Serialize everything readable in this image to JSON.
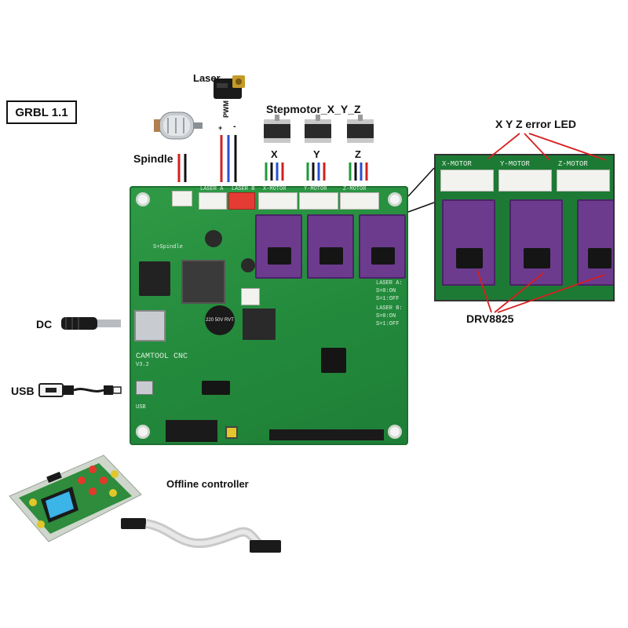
{
  "version_label": "GRBL 1.1",
  "labels": {
    "laser": "Laser",
    "pwm_plus": "+",
    "pwm": "PWM",
    "pwm_minus": "-",
    "spindle": "Spindle",
    "stepmotor": "Stepmotor_X_Y_Z",
    "axis_x": "X",
    "axis_y": "Y",
    "axis_z": "Z",
    "error_led": "X Y Z error LED",
    "drv": "DRV8825",
    "dc": "DC",
    "usb": "USB",
    "offline_controller": "Offline controller"
  },
  "board_silkscreen": {
    "laser_a": "LASER A",
    "laser_b": "LASER B",
    "x_motor": "X-MOTOR",
    "y_motor": "Y-MOTOR",
    "z_motor": "Z-MOTOR",
    "spindle_tag": "S+Spindle",
    "brand": "CAMTOOL CNC",
    "rev": "V3.2",
    "usb_tag": "USB",
    "laser_a_mode": "LASER A:",
    "laser_a_s0": "S=0:ON",
    "laser_a_s1": "S=1:OFF",
    "laser_b_mode": "LASER B:",
    "laser_b_s0": "S=0:ON",
    "laser_b_s1": "S=1:OFF",
    "capacitor": "220 50V RVT"
  },
  "inset_silkscreen": {
    "x_motor": "X-MOTOR",
    "y_motor": "Y-MOTOR",
    "z_motor": "Z-MOTOR"
  },
  "colors": {
    "pcb_green": "#238a3c",
    "driver_purple": "#6c3b8e",
    "wire_red": "#d22020",
    "wire_black": "#111111",
    "wire_blue": "#2a4fd0",
    "wire_green": "#1e9a3a",
    "annotation_red": "#d61f1f"
  },
  "icons": [
    "spindle-motor-icon",
    "laser-module-icon",
    "stepper-motor-icon",
    "dc-plug-icon",
    "usb-cable-icon",
    "offline-controller-icon",
    "ribbon-cable-icon"
  ]
}
